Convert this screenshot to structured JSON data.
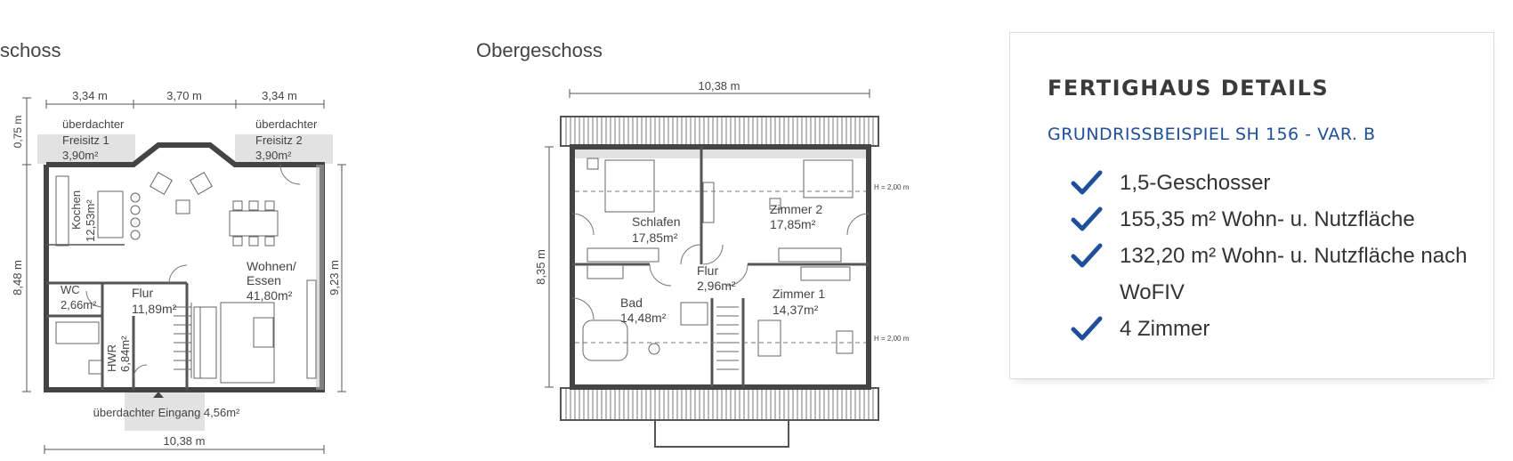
{
  "floor_plans": [
    {
      "title": "schoss",
      "rooms": [
        {
          "name": "überdachter",
          "name2": "Freisitz 1",
          "area": "3,90m²"
        },
        {
          "name": "überdachter",
          "name2": "Freisitz 2",
          "area": "3,90m²"
        },
        {
          "name": "Kochen",
          "area": "12,53m²"
        },
        {
          "name": "Wohnen/",
          "name2": "Essen",
          "area": "41,80m²"
        },
        {
          "name": "WC",
          "area": "2,66m²"
        },
        {
          "name": "Flur",
          "area": "11,89m²"
        },
        {
          "name": "HWR",
          "area": "6,84m²"
        }
      ],
      "entrance": "überdachter Eingang 4,56m²",
      "dims_top": [
        "3,34 m",
        "3,70 m",
        "3,34 m"
      ],
      "dim_bottom": "10,38 m",
      "dim_left_top": "0,75 m",
      "dim_left": "8,48 m",
      "dim_right": "9,23 m"
    },
    {
      "title": "Obergeschoss",
      "rooms": [
        {
          "name": "Schlafen",
          "area": "17,85m²"
        },
        {
          "name": "Zimmer 2",
          "area": "17,85m²"
        },
        {
          "name": "Flur",
          "area": "2,96m²"
        },
        {
          "name": "Bad",
          "area": "14,48m²"
        },
        {
          "name": "Zimmer 1",
          "area": "14,37m²"
        }
      ],
      "dim_top": "10,38 m",
      "dim_left": "8,35 m",
      "height_marks": [
        "H = 2,00 m",
        "H = 2,00 m"
      ]
    }
  ],
  "details": {
    "title": "FERTIGHAUS DETAILS",
    "subtitle": "GRUNDRISSBEISPIEL SH 156 - VAR. B",
    "features": [
      "1,5-Geschosser",
      "155,35 m² Wohn- u. Nutzfläche",
      "132,20 m² Wohn- u. Nutzfläche nach WoFIV",
      "4 Zimmer"
    ],
    "check_icon": "checkmark-icon",
    "accent_color": "#1f4f9b"
  }
}
